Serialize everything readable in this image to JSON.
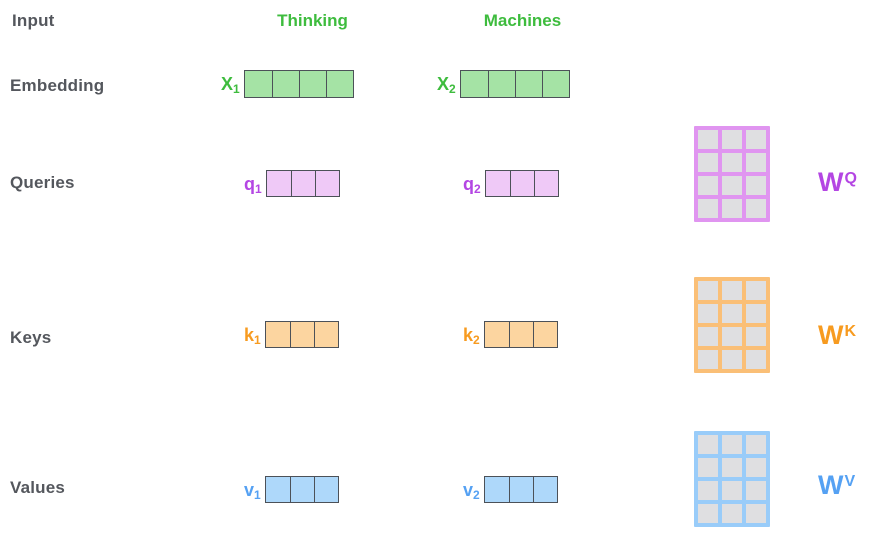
{
  "header": {
    "input_label": "Input",
    "words": {
      "col1": "Thinking",
      "col2": "Machines"
    }
  },
  "rows": {
    "embedding_label": "Embedding",
    "queries_label": "Queries",
    "keys_label": "Keys",
    "values_label": "Values"
  },
  "vectors": {
    "x1": {
      "base": "X",
      "sub": "1",
      "cells": 4,
      "color": "green"
    },
    "x2": {
      "base": "X",
      "sub": "2",
      "cells": 4,
      "color": "green"
    },
    "q1": {
      "base": "q",
      "sub": "1",
      "cells": 3,
      "color": "purple"
    },
    "q2": {
      "base": "q",
      "sub": "2",
      "cells": 3,
      "color": "purple"
    },
    "k1": {
      "base": "k",
      "sub": "1",
      "cells": 3,
      "color": "orange"
    },
    "k2": {
      "base": "k",
      "sub": "2",
      "cells": 3,
      "color": "orange"
    },
    "v1": {
      "base": "v",
      "sub": "1",
      "cells": 3,
      "color": "blue"
    },
    "v2": {
      "base": "v",
      "sub": "2",
      "cells": 3,
      "color": "blue"
    }
  },
  "matrices": {
    "wq": {
      "base": "W",
      "sup": "Q",
      "rows": 4,
      "cols": 3,
      "color": "purple"
    },
    "wk": {
      "base": "W",
      "sup": "K",
      "rows": 4,
      "cols": 3,
      "color": "orange"
    },
    "wv": {
      "base": "W",
      "sup": "V",
      "rows": 4,
      "cols": 3,
      "color": "blue"
    }
  },
  "colors": {
    "label_text": "#54575d",
    "cell_border": "#4c5158",
    "green_text": "#3ebc3e",
    "green_fill": "#a5e3a5",
    "purple_text": "#b446e3",
    "purple_fill": "#efc9f7",
    "purple_grid": "#e095f0",
    "orange_text": "#f79b20",
    "orange_fill": "#fcd5a0",
    "orange_grid": "#fabf77",
    "blue_text": "#55a1f3",
    "blue_fill": "#aed8fa",
    "blue_grid": "#99ccf9",
    "matrix_cell_fill": "#dfdfe1"
  }
}
